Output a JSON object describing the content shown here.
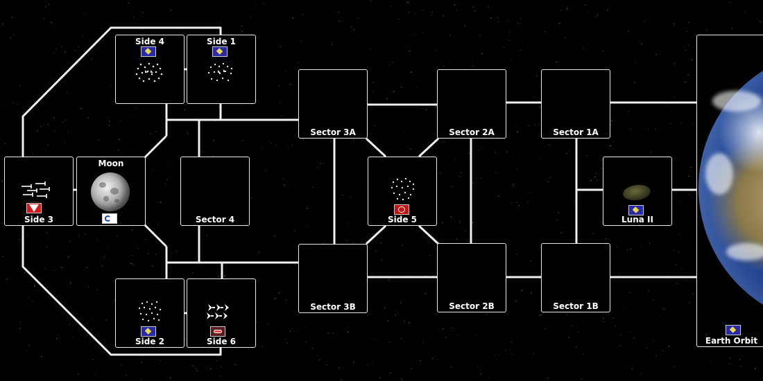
{
  "map": {
    "nodes": {
      "side4": {
        "label": "Side 4",
        "flag": "federation-flag",
        "units": "fleet-swarm-icon"
      },
      "side1": {
        "label": "Side 1",
        "flag": "federation-flag",
        "units": "fleet-swarm-icon"
      },
      "sector3a": {
        "label": "Sector 3A"
      },
      "sector2a": {
        "label": "Sector 2A"
      },
      "sector1a": {
        "label": "Sector 1A"
      },
      "side3": {
        "label": "Side 3",
        "flag": "side3-flag",
        "units": "fleet-ships-icon"
      },
      "moon": {
        "label": "Moon",
        "flag": "moon-faction-flag"
      },
      "sector4": {
        "label": "Sector 4"
      },
      "side5": {
        "label": "Side 5",
        "flag": "zeon-flag",
        "units": "fleet-swarm-icon"
      },
      "luna2": {
        "label": "Luna II",
        "flag": "federation-flag"
      },
      "side2": {
        "label": "Side 2",
        "flag": "federation-flag",
        "units": "fleet-swarm-icon"
      },
      "side6": {
        "label": "Side 6",
        "flag": "side6-flag",
        "units": "fleet-ships-icon"
      },
      "sector3b": {
        "label": "Sector 3B"
      },
      "sector2b": {
        "label": "Sector 2B"
      },
      "sector1b": {
        "label": "Sector 1B"
      },
      "earth_orbit": {
        "label": "Earth Orbit",
        "flag": "federation-flag"
      }
    }
  },
  "colors": {
    "background": "#000000",
    "route_line": "#f0f0f0",
    "node_border": "#e8e8e8",
    "federation_flag": "#2a2aa8",
    "zeon_flag": "#c41414"
  }
}
